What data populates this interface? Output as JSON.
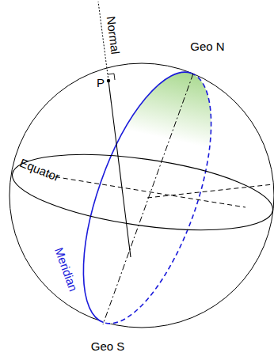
{
  "diagram": {
    "labels": [
      "Normal",
      "Geo N",
      "P",
      "Equator",
      "Meridian",
      "Geo S"
    ]
  }
}
